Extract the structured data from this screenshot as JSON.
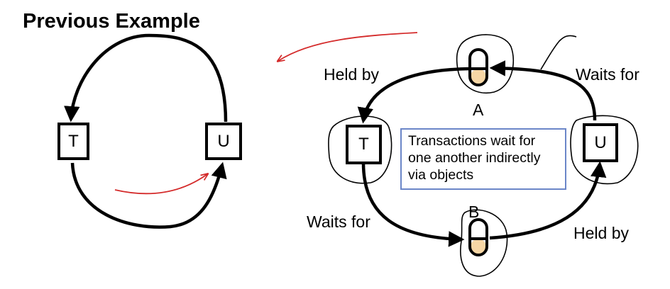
{
  "title": "Previous Example",
  "left_diagram": {
    "nodes": [
      "T",
      "U"
    ]
  },
  "right_diagram": {
    "nodes": [
      "T",
      "U"
    ],
    "objects": [
      "A",
      "B"
    ],
    "edge_labels": {
      "held_by_top": "Held by",
      "waits_for_top": "Waits for",
      "waits_for_bottom": "Waits for",
      "held_by_bottom": "Held by"
    },
    "note_lines": [
      "Transactions wait for",
      "one another indirectly",
      "via objects"
    ]
  },
  "colors": {
    "ink": "#000000",
    "annotation": "#d42a2a",
    "note_border": "#6b86c8",
    "object_fill": "#f7d7a6"
  }
}
